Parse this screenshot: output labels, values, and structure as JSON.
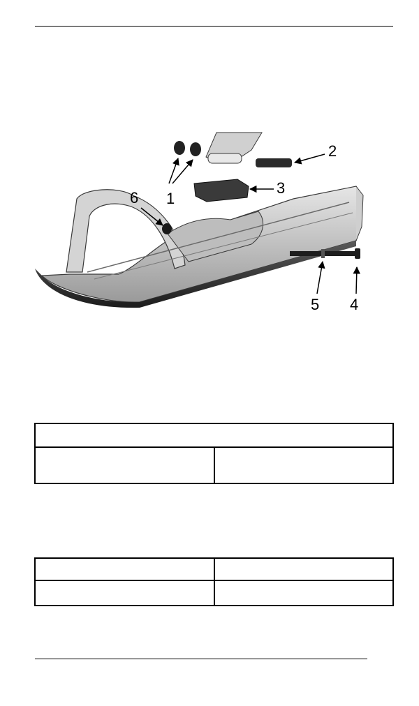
{
  "figure": {
    "callouts": [
      "1",
      "2",
      "3",
      "4",
      "5",
      "6"
    ]
  },
  "table_1": {
    "header": "",
    "row": [
      "",
      ""
    ]
  },
  "table_2": {
    "rows": [
      [
        "",
        ""
      ],
      [
        "",
        ""
      ]
    ]
  }
}
